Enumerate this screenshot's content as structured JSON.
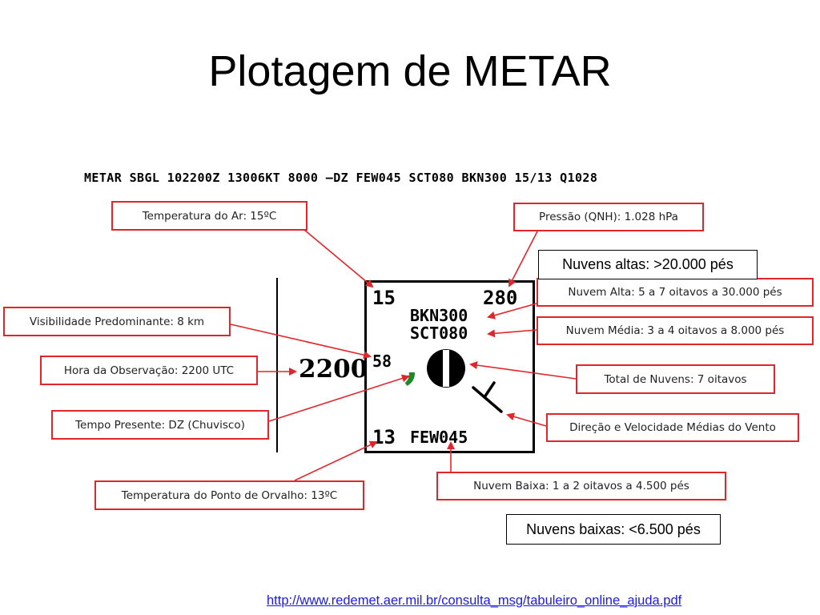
{
  "title": "Plotagem de METAR",
  "metar": "METAR  SBGL 102200Z  13006KT  8000  –DZ  FEW045  SCT080  BKN300  15/13  Q1028",
  "labels": {
    "temperatura_ar": "Temperatura do Ar: 15ºC",
    "pressao": "Pressão (QNH): 1.028 hPa",
    "visibilidade": "Visibilidade Predominante: 8 km",
    "hora": "Hora da Observação: 2200 UTC",
    "tempo_presente": "Tempo Presente: DZ (Chuvisco)",
    "ponto_orvalho": "Temperatura do Ponto de Orvalho: 13ºC",
    "nuvem_alta": "Nuvem Alta: 5 a 7 oitavos a 30.000 pés",
    "nuvem_media": "Nuvem Média: 3 a 4 oitavos a 8.000 pés",
    "total_nuvens": "Total de Nuvens: 7 oitavos",
    "vento": "Direção e Velocidade Médias do Vento",
    "nuvem_baixa": "Nuvem Baixa: 1 a 2 oitavos a 4.500 pés"
  },
  "notes": {
    "altas": "Nuvens altas: >20.000 pés",
    "baixas": "Nuvens baixas: <6.500 pés"
  },
  "station_model": {
    "temperature": "15",
    "pressure": "280",
    "high_cloud": "BKN300",
    "mid_cloud": "SCT080",
    "visibility": "58",
    "time": "2200",
    "present_weather": ",",
    "dew_point": "13",
    "low_cloud": "FEW045"
  },
  "link": "http://www.redemet.aer.mil.br/consulta_msg/tabuleiro_online_ajuda.pdf",
  "colors": {
    "accent": "#e0262b",
    "weather_symbol": "#1a8a2a",
    "link": "#1a1aee"
  },
  "icons": {
    "cloud_cover": "cloud-cover-7-oktas-icon",
    "wind": "wind-barb-icon"
  }
}
